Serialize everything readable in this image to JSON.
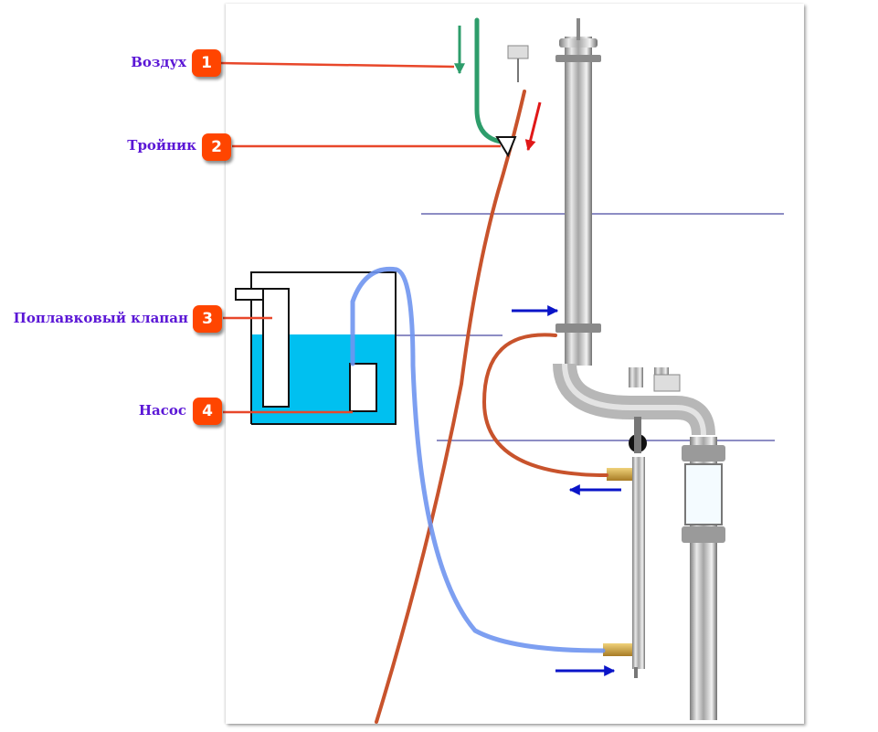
{
  "colors": {
    "badge": "#ff4500",
    "label_text": "#5b17d6",
    "leader_line": "#e8472a",
    "water": "#00c0f0",
    "air_hose": "#2e9d6b",
    "water_hose": "#6f95ef",
    "copper_hose": "#c8532c",
    "flow_arrow": "#0a14c8",
    "thin_line": "#1b1b8a"
  },
  "callouts": [
    {
      "number": "1",
      "label": "Воздух",
      "icon": "air-inlet"
    },
    {
      "number": "2",
      "label": "Тройник",
      "icon": "tee-fitting"
    },
    {
      "number": "3",
      "label": "Поплавковый клапан",
      "icon": "float-valve"
    },
    {
      "number": "4",
      "label": "Насос",
      "icon": "pump"
    }
  ]
}
